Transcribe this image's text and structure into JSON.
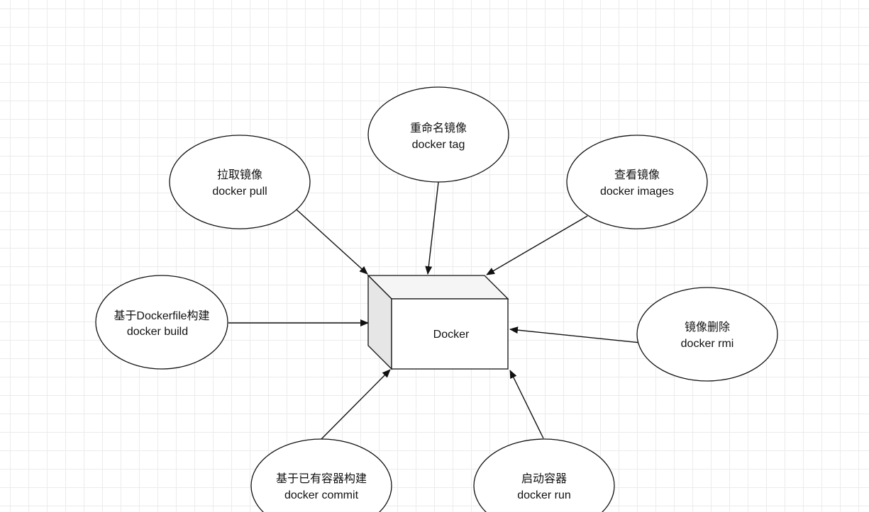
{
  "center": {
    "label": "Docker"
  },
  "nodes": [
    {
      "id": "rename",
      "line1": "重命名镜像",
      "line2": "docker tag"
    },
    {
      "id": "pull",
      "line1": "拉取镜像",
      "line2": "docker pull"
    },
    {
      "id": "images",
      "line1": "查看镜像",
      "line2": "docker images"
    },
    {
      "id": "build",
      "line1": "基于Dockerfile构建",
      "line2": "docker build"
    },
    {
      "id": "rmi",
      "line1": "镜像删除",
      "line2": "docker rmi"
    },
    {
      "id": "commit",
      "line1": "基于已有容器构建",
      "line2": "docker commit"
    },
    {
      "id": "run",
      "line1": "启动容器",
      "line2": "docker run"
    }
  ]
}
